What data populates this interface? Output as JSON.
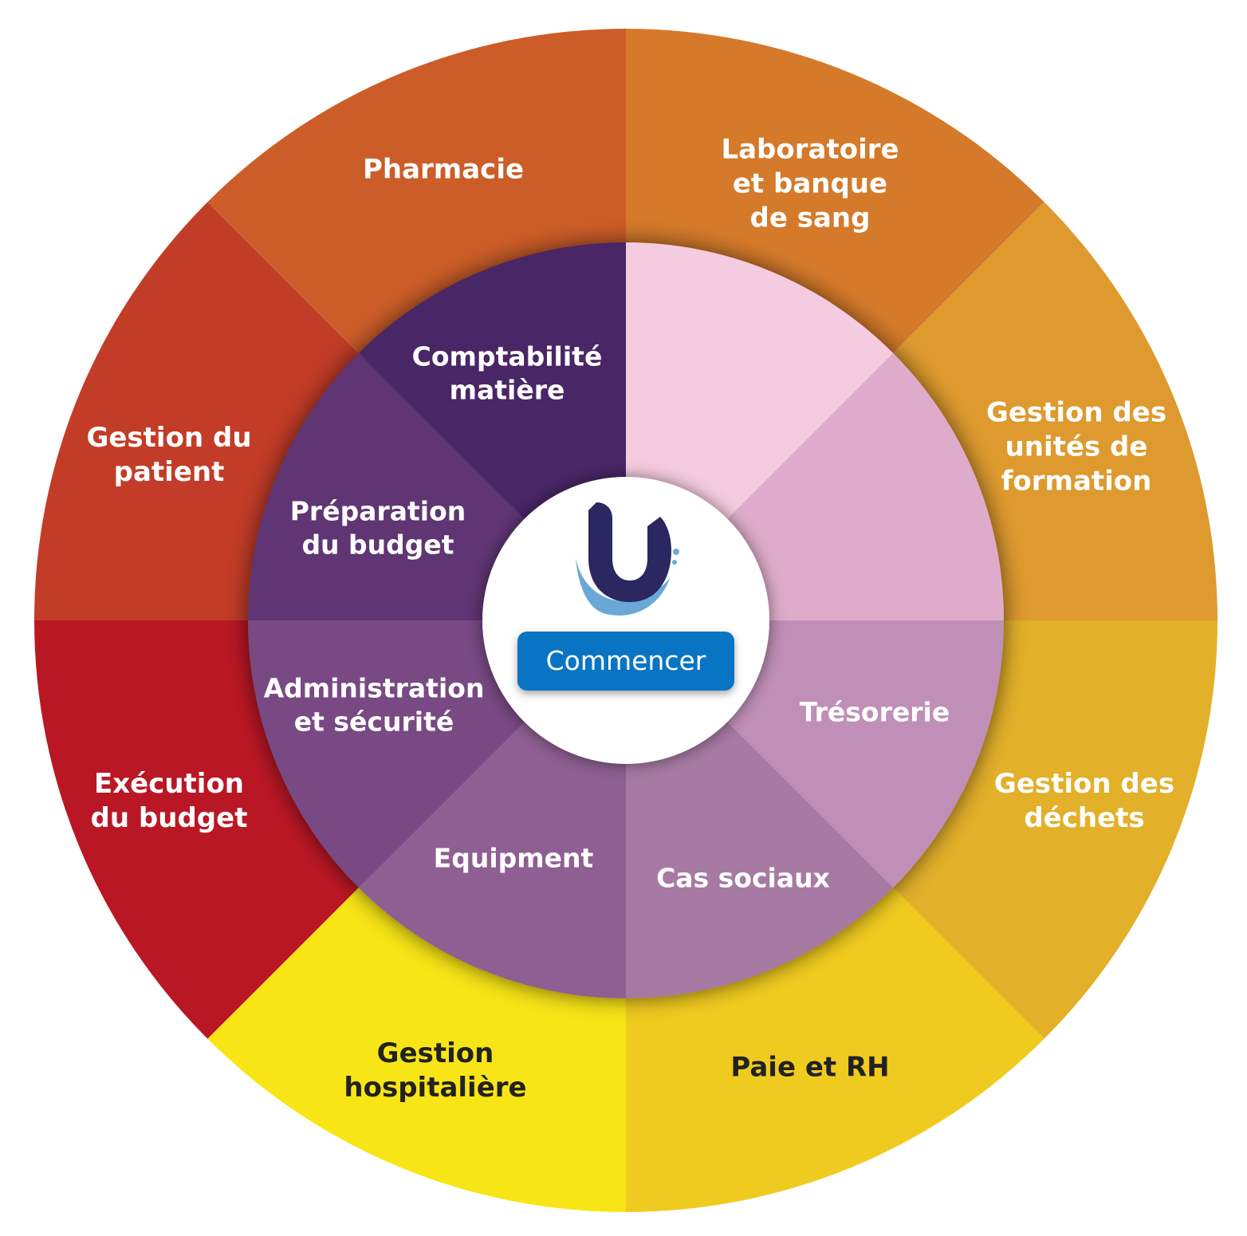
{
  "outer_ring": [
    {
      "id": "laboratoire",
      "label": "Laboratoire\net banque\nde sang",
      "color": "#d47a2a",
      "text_color": "#ffffff"
    },
    {
      "id": "unites-formation",
      "label": "Gestion des\nunités de\nformation",
      "color": "#de9a2e",
      "text_color": "#ffffff"
    },
    {
      "id": "dechets",
      "label": "Gestion des\ndéchets",
      "color": "#e2b029",
      "text_color": "#ffffff"
    },
    {
      "id": "paie-rh",
      "label": "Paie et RH",
      "color": "#f0cb1f",
      "text_color": "#222222"
    },
    {
      "id": "gestion-hospitaliere",
      "label": "Gestion\nhospitalière",
      "color": "#f8e516",
      "text_color": "#222222"
    },
    {
      "id": "execution-budget",
      "label": "Exécution\ndu budget",
      "color": "#ba1724",
      "text_color": "#ffffff"
    },
    {
      "id": "gestion-patient",
      "label": "Gestion du\npatient",
      "color": "#c23c27",
      "text_color": "#ffffff"
    },
    {
      "id": "pharmacie",
      "label": "Pharmacie",
      "color": "#cc5d28",
      "text_color": "#ffffff"
    }
  ],
  "inner_ring": [
    {
      "id": "inner-top-right",
      "label": "",
      "color": "#f5cbe0"
    },
    {
      "id": "inner-right-upper",
      "label": "",
      "color": "#deacca"
    },
    {
      "id": "tresorerie",
      "label": "Trésorerie",
      "color": "#bf8fb7"
    },
    {
      "id": "cas-sociaux",
      "label": "Cas sociaux",
      "color": "#a77aa3"
    },
    {
      "id": "equipment",
      "label": "Equipment",
      "color": "#8e5e92"
    },
    {
      "id": "administration",
      "label": "Administration\net sécurité",
      "color": "#784a83"
    },
    {
      "id": "preparation-budget",
      "label": "Préparation\ndu budget",
      "color": "#5e3673"
    },
    {
      "id": "comptabilite",
      "label": "Comptabilité\nmatière",
      "color": "#482666"
    }
  ],
  "center": {
    "logo_colors": {
      "primary": "#2b2760",
      "accent": "#6aa8d8"
    },
    "button_label": "Commencer",
    "button_color": "#0a74c4"
  }
}
